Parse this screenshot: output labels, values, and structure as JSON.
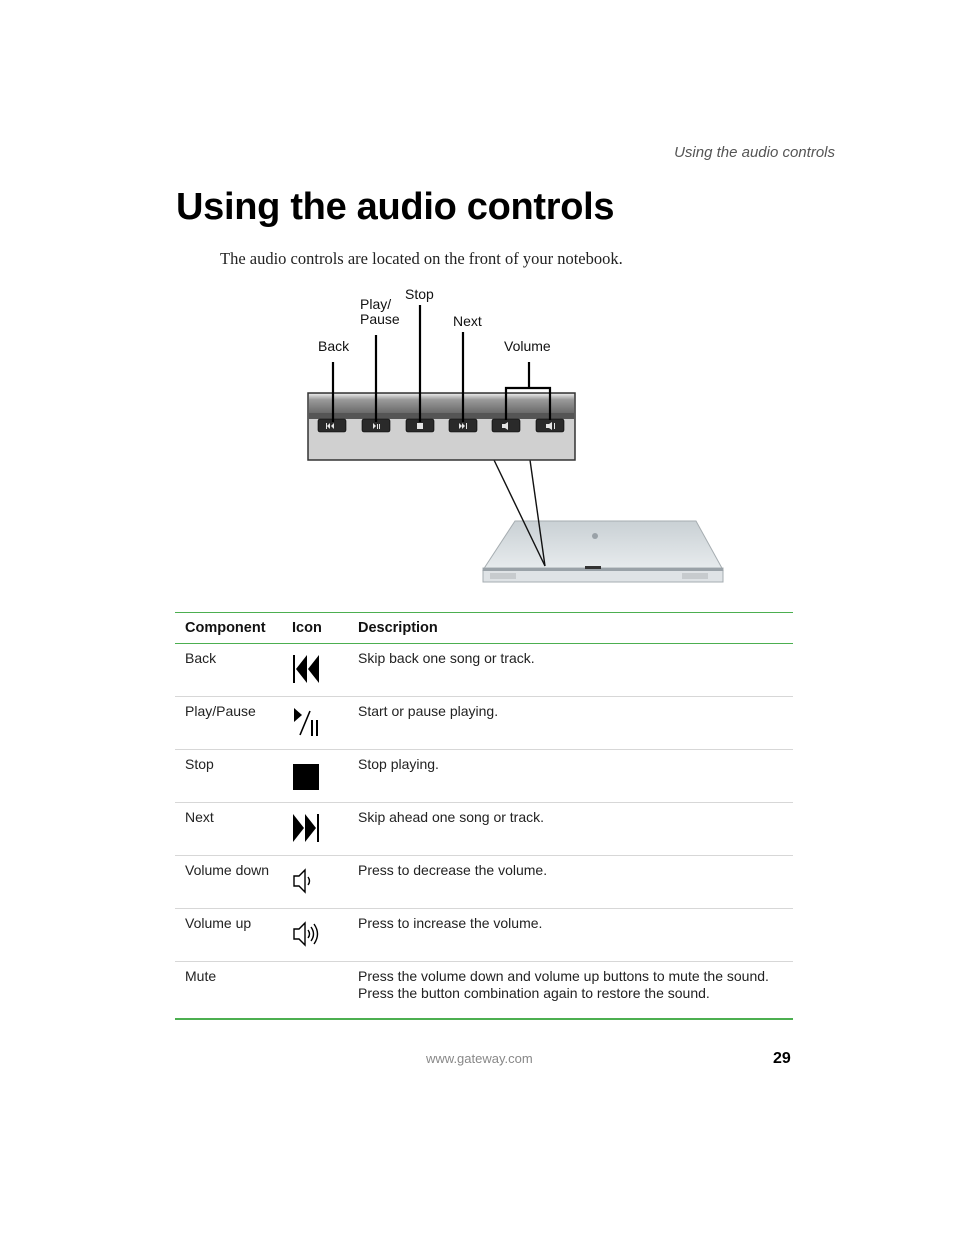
{
  "running_head": "Using the audio controls",
  "title": "Using the audio controls",
  "intro": "The audio controls are located on the front of your notebook.",
  "figure": {
    "callouts": {
      "stop": "Stop",
      "play_pause_line1": "Play/",
      "play_pause_line2": "Pause",
      "next": "Next",
      "back": "Back",
      "volume": "Volume"
    }
  },
  "table": {
    "headers": {
      "component": "Component",
      "icon": "Icon",
      "description": "Description"
    },
    "rows": [
      {
        "component": "Back",
        "icon": "back-icon",
        "description": [
          "Skip back one song or track."
        ]
      },
      {
        "component": "Play/Pause",
        "icon": "play-pause-icon",
        "description": [
          "Start or pause playing."
        ]
      },
      {
        "component": "Stop",
        "icon": "stop-icon",
        "description": [
          "Stop playing."
        ]
      },
      {
        "component": "Next",
        "icon": "next-icon",
        "description": [
          "Skip ahead one song or track."
        ]
      },
      {
        "component": "Volume down",
        "icon": "volume-down-icon",
        "description": [
          "Press to decrease the volume."
        ]
      },
      {
        "component": "Volume up",
        "icon": "volume-up-icon",
        "description": [
          "Press to increase the volume."
        ]
      },
      {
        "component": "Mute",
        "icon": "",
        "description": [
          "Press the volume down and volume up buttons to mute the sound.",
          "Press the button combination again to restore the sound."
        ]
      }
    ]
  },
  "footer": {
    "url": "www.gateway.com",
    "page_number": "29"
  }
}
